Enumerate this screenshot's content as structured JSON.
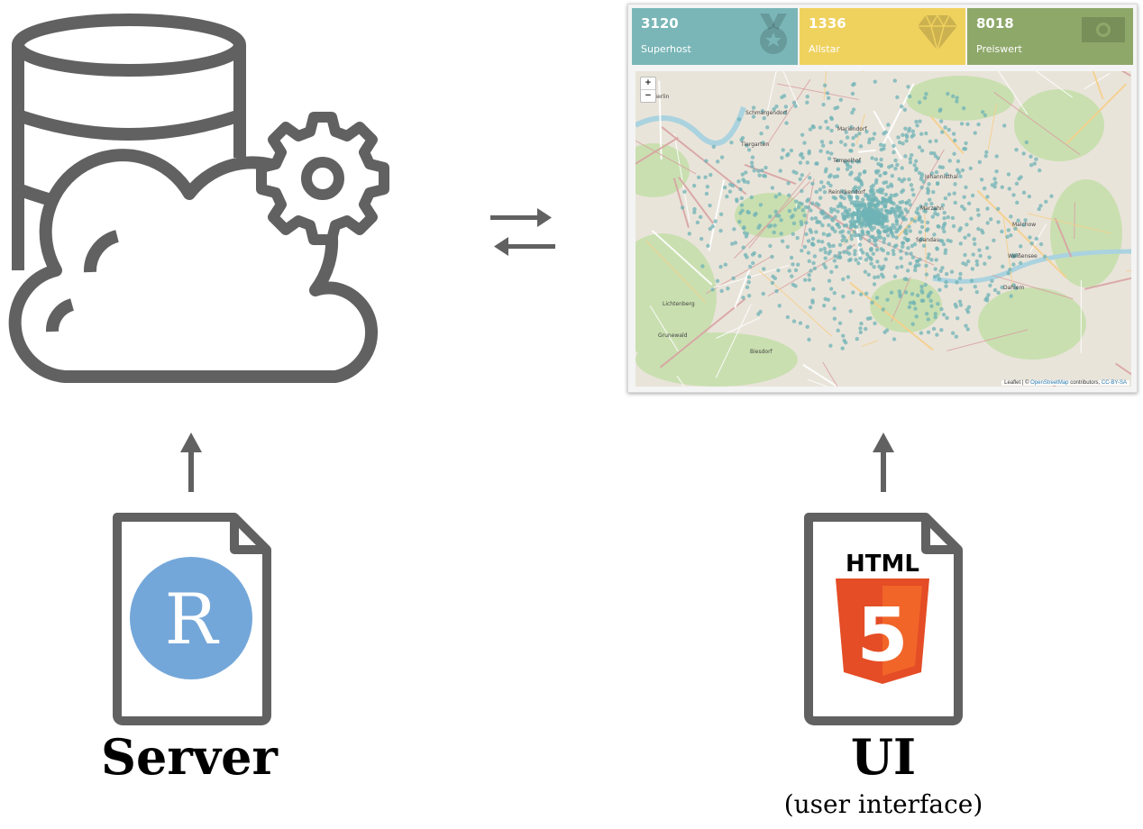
{
  "dashboard": {
    "value_boxes": [
      {
        "value": "3120",
        "label": "Superhost",
        "color": "#7ab6b7",
        "icon": "medal-icon"
      },
      {
        "value": "1336",
        "label": "Allstar",
        "color": "#efd15e",
        "icon": "diamond-icon"
      },
      {
        "value": "8018",
        "label": "Preiswert",
        "color": "#8ea86a",
        "icon": "money-icon"
      }
    ],
    "map": {
      "zoom_in": "+",
      "zoom_out": "−",
      "attribution_prefix": "Leaflet | ©",
      "attribution_link": "OpenStreetMap",
      "attribution_suffix": "contributors,",
      "attribution_license": "CC-BY-SA",
      "place_labels": [
        "Berlin",
        "Tiergarten",
        "Reinickendorf",
        "Spandau",
        "Dahlem",
        "Grunewald",
        "Schmargendorf",
        "Tempelhof",
        "Marzahn",
        "Weißensee",
        "Lichtenberg",
        "Biesdorf",
        "Mariendorf",
        "Johannisthal",
        "Malchow"
      ],
      "marker_color": "#6fb3b6"
    }
  },
  "icons": {
    "database": "database-icon",
    "cloud": "cloud-icon",
    "gear": "gear-icon",
    "sync": "sync-arrows-icon",
    "r_file": "r-file-icon",
    "html_file": "html5-file-icon"
  },
  "r_logo": {
    "letter": "R",
    "color": "#74a7d9"
  },
  "html5_logo": {
    "text": "HTML",
    "number": "5",
    "color": "#e44d26"
  },
  "labels": {
    "server": "Server",
    "ui": "UI",
    "ui_sub": "(user interface)"
  },
  "colors": {
    "icon_gray": "#616161"
  }
}
